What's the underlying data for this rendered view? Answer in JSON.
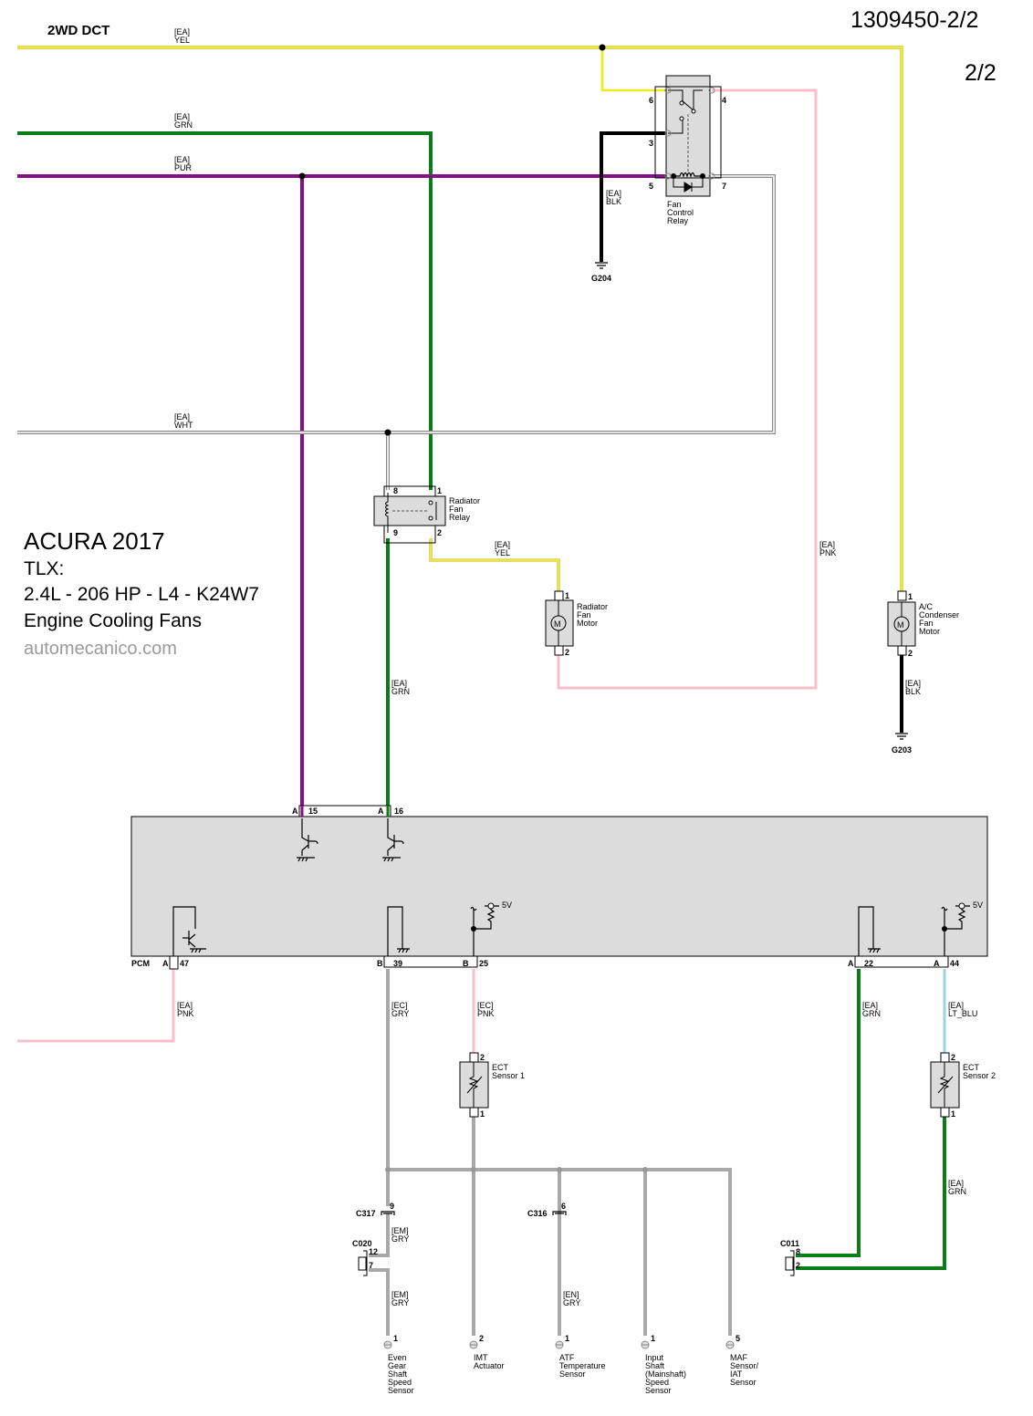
{
  "header": {
    "variant": "2WD DCT",
    "doc_number": "1309450-2/2",
    "page": "2/2"
  },
  "caption": {
    "make_year": "ACURA 2017",
    "model": "TLX:",
    "engine": "2.4L - 206 HP - L4 - K24W7",
    "system": "Engine Cooling Fans",
    "source": "automecanico.com"
  },
  "colors": {
    "YEL": "#f2ea1c",
    "GRN": "#0b7d16",
    "PUR": "#860f86",
    "BLK": "#000000",
    "PNK": "#f7bfc8",
    "WHT": "#8a8a8a",
    "GRY": "#a8a8a8",
    "LT_BLU": "#9ed0ee",
    "module_fill": "#dcdcdc"
  },
  "wires": {
    "yel_top": {
      "harness": "[EA]",
      "color": "YEL"
    },
    "grn_top": {
      "harness": "[EA]",
      "color": "GRN"
    },
    "pur_top": {
      "harness": "[EA]",
      "color": "PUR"
    },
    "blk_relay_ground": {
      "harness": "[EA]",
      "color": "BLK"
    },
    "wht_mid": {
      "harness": "[EA]",
      "color": "WHT"
    },
    "yel_rad_motor": {
      "harness": "[EA]",
      "color": "YEL"
    },
    "pnk_relay_to_motor": {
      "harness": "[EA]",
      "color": "PNK"
    },
    "grn_pcm16": {
      "harness": "[EA]",
      "color": "GRN"
    },
    "blk_ac_ground": {
      "harness": "[EA]",
      "color": "BLK"
    },
    "pnk_pcm47": {
      "harness": "[EA]",
      "color": "PNK"
    },
    "gry_pcm39": {
      "harness": "[EC]",
      "color": "GRY"
    },
    "pnk_pcm25": {
      "harness": "[EC]",
      "color": "PNK"
    },
    "grn_pcm22": {
      "harness": "[EA]",
      "color": "GRN"
    },
    "ltblu_pcm44": {
      "harness": "[EA]",
      "color": "LT_BLU"
    },
    "grn_ect2": {
      "harness": "[EA]",
      "color": "GRN"
    },
    "gry_em1": {
      "harness": "[EM]",
      "color": "GRY"
    },
    "gry_em2": {
      "harness": "[EM]",
      "color": "GRY"
    },
    "gry_en": {
      "harness": "[EN]",
      "color": "GRY"
    }
  },
  "components": {
    "fan_control_relay": {
      "name_lines": [
        "Fan",
        "Control",
        "Relay"
      ],
      "pins": [
        "6",
        "4",
        "3",
        "5",
        "7"
      ]
    },
    "radiator_fan_relay": {
      "name_lines": [
        "Radiator",
        "Fan",
        "Relay"
      ],
      "pins": [
        "8",
        "1",
        "9",
        "2"
      ]
    },
    "radiator_fan_motor": {
      "name_lines": [
        "Radiator",
        "Fan",
        "Motor"
      ],
      "pins": [
        "1",
        "2"
      ],
      "symbol": "M"
    },
    "ac_condenser_fan_motor": {
      "name_lines": [
        "A/C",
        "Condenser",
        "Fan",
        "Motor"
      ],
      "pins": [
        "1",
        "2"
      ],
      "symbol": "M"
    },
    "ect_sensor_1": {
      "name_lines": [
        "ECT",
        "Sensor 1"
      ],
      "pins": [
        "2",
        "1"
      ]
    },
    "ect_sensor_2": {
      "name_lines": [
        "ECT",
        "Sensor 2"
      ],
      "pins": [
        "2",
        "1"
      ]
    },
    "pcm": {
      "name": "PCM",
      "top_pins": [
        {
          "conn": "A",
          "pin": "15"
        },
        {
          "conn": "A",
          "pin": "16"
        }
      ],
      "bottom_pins": [
        {
          "conn": "A",
          "pin": "47"
        },
        {
          "conn": "B",
          "pin": "39"
        },
        {
          "conn": "B",
          "pin": "25"
        },
        {
          "conn": "A",
          "pin": "22"
        },
        {
          "conn": "A",
          "pin": "44"
        }
      ],
      "ref_voltage": "5V"
    }
  },
  "grounds": {
    "g204": "G204",
    "g203": "G203"
  },
  "connectors": {
    "c317": {
      "name": "C317",
      "pin": "9"
    },
    "c316": {
      "name": "C316",
      "pin": "6"
    },
    "c020": {
      "name": "C020",
      "pins": [
        "12",
        "7"
      ]
    },
    "c011": {
      "name": "C011",
      "pins": [
        "8",
        "2"
      ]
    }
  },
  "destinations": [
    {
      "pin": "1",
      "name_lines": [
        "Even",
        "Gear",
        "Shaft",
        "Speed",
        "Sensor"
      ]
    },
    {
      "pin": "2",
      "name_lines": [
        "IMT",
        "Actuator"
      ]
    },
    {
      "pin": "1",
      "name_lines": [
        "ATF",
        "Temperature",
        "Sensor"
      ]
    },
    {
      "pin": "1",
      "name_lines": [
        "Input",
        "Shaft",
        "(Mainshaft)",
        "Speed",
        "Sensor"
      ]
    },
    {
      "pin": "5",
      "name_lines": [
        "MAF",
        "Sensor/",
        "IAT",
        "Sensor"
      ]
    }
  ]
}
